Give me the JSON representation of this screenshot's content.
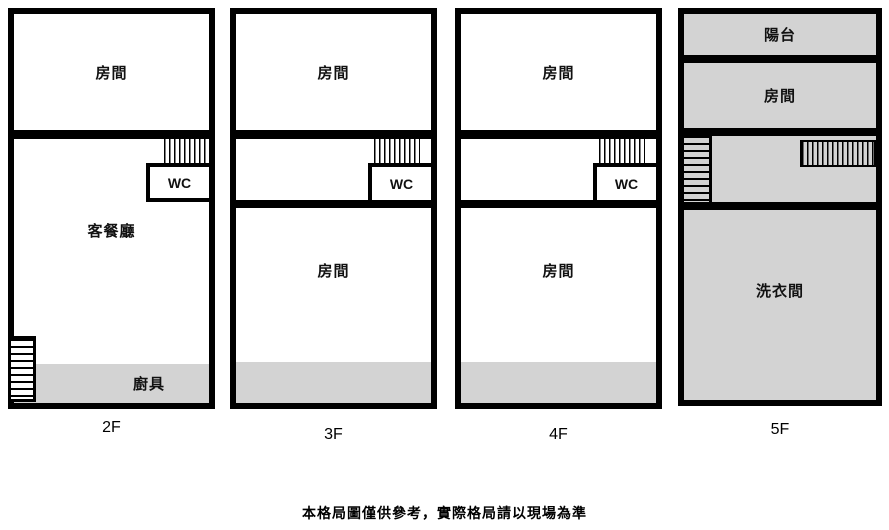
{
  "floors": {
    "f2": {
      "label": "2F",
      "bedroom": "房間",
      "living": "客餐廳",
      "wc": "WC",
      "kitchen": "廚具"
    },
    "f3": {
      "label": "3F",
      "bedroom_top": "房間",
      "wc": "WC",
      "bedroom_bottom": "房間"
    },
    "f4": {
      "label": "4F",
      "bedroom_top": "房間",
      "wc": "WC",
      "bedroom_bottom": "房間"
    },
    "f5": {
      "label": "5F",
      "balcony": "陽台",
      "room": "房間",
      "laundry": "洗衣間"
    }
  },
  "caption": "本格局圖僅供參考，實際格局請以現場為準",
  "colors": {
    "wall": "#000000",
    "fill_gray": "#d3d3d3",
    "background": "#ffffff",
    "text": "#111111"
  }
}
